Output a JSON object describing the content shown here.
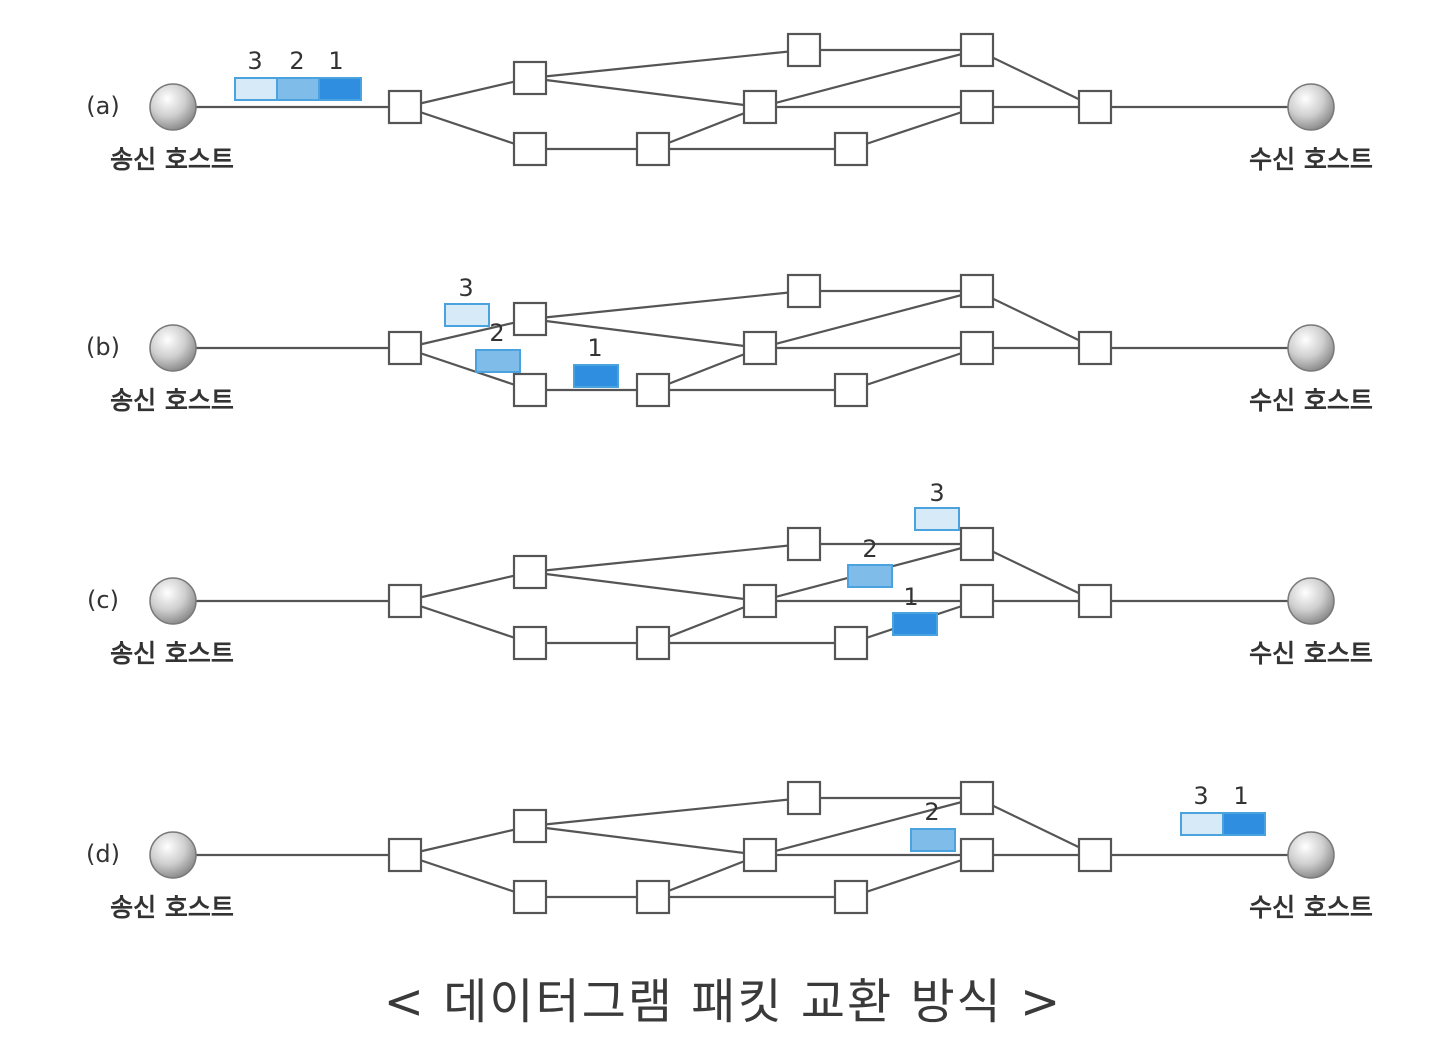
{
  "caption": "< 데이터그램 패킷 교환 방식 >",
  "colors": {
    "packet_1": "#2f8ee0",
    "packet_2": "#7fbce9",
    "packet_3": "#d6eaf8",
    "packet_stroke": "#4aa3df",
    "router_stroke": "#555555",
    "link": "#555555",
    "text": "#333333"
  },
  "panels": [
    {
      "label": "(a)",
      "sender_label": "송신 호스트",
      "receiver_label": "수신 호스트",
      "packets": [
        {
          "id": "3",
          "number_label": "3",
          "location": "sender-link (grouped)"
        },
        {
          "id": "2",
          "number_label": "2",
          "location": "sender-link (grouped)"
        },
        {
          "id": "1",
          "number_label": "1",
          "location": "sender-link (grouped)"
        }
      ]
    },
    {
      "label": "(b)",
      "sender_label": "송신 호스트",
      "receiver_label": "수신 호스트",
      "packets": [
        {
          "id": "3",
          "number_label": "3",
          "location": "link R0 → R1"
        },
        {
          "id": "2",
          "number_label": "2",
          "location": "link R0 → R2"
        },
        {
          "id": "1",
          "number_label": "1",
          "location": "link R2 → R3"
        }
      ]
    },
    {
      "label": "(c)",
      "sender_label": "송신 호스트",
      "receiver_label": "수신 호스트",
      "packets": [
        {
          "id": "3",
          "number_label": "3",
          "location": "near R6"
        },
        {
          "id": "2",
          "number_label": "2",
          "location": "link R4 → R6"
        },
        {
          "id": "1",
          "number_label": "1",
          "location": "link R8 → R7"
        }
      ]
    },
    {
      "label": "(d)",
      "sender_label": "송신 호스트",
      "receiver_label": "수신 호스트",
      "packets": [
        {
          "id": "2",
          "number_label": "2",
          "location": "link R4 → R6"
        },
        {
          "id": "3",
          "number_label": "3",
          "location": "receiver (grouped)"
        },
        {
          "id": "1",
          "number_label": "1",
          "location": "receiver (grouped)"
        }
      ]
    }
  ]
}
